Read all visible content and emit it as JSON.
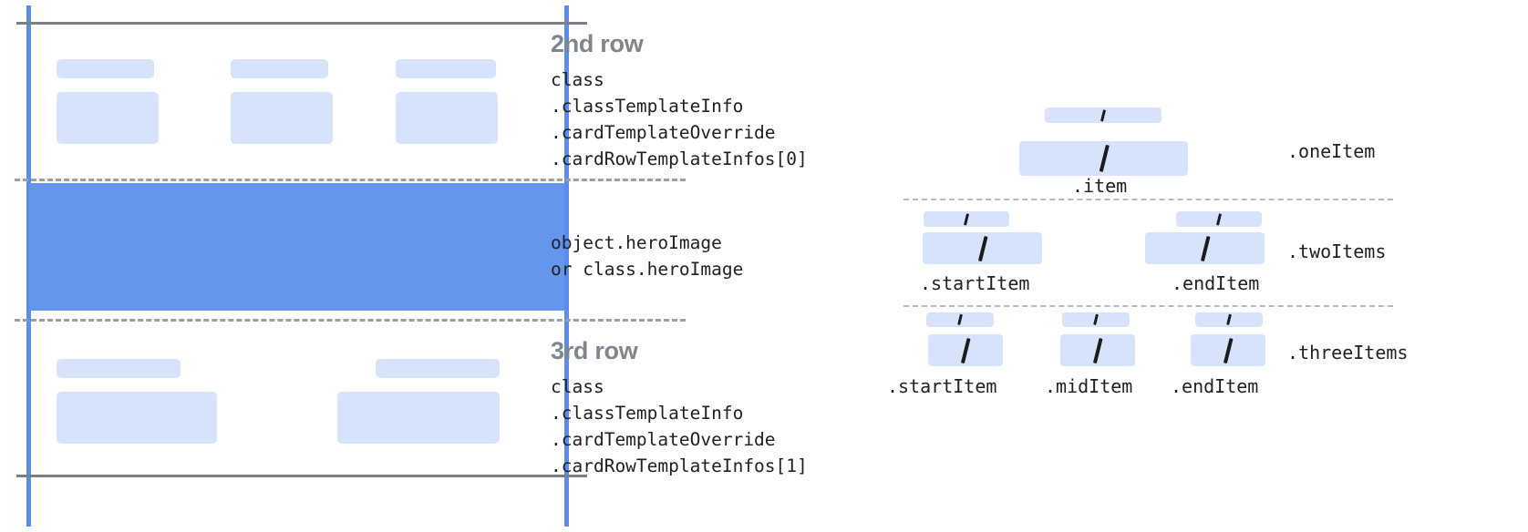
{
  "colors": {
    "accent_blue": "#5b8def",
    "hero_blue": "#6596eb",
    "placeholder_blue": "#d7e3fb",
    "rule_gray": "#7c8085",
    "dash_gray": "#9aa0a6",
    "heading_gray": "#80868b",
    "code_black": "#202124"
  },
  "card_diagram": {
    "rows": [
      {
        "title": "2nd row",
        "code": "class\n.classTemplateInfo\n.cardTemplateOverride\n.cardRowTemplateInfos[0]"
      },
      {
        "title": "",
        "code": "object.heroImage\nor class.heroImage"
      },
      {
        "title": "3rd row",
        "code": "class\n.classTemplateInfo\n.cardTemplateOverride\n.cardRowTemplateInfos[1]"
      }
    ]
  },
  "item_diagram": {
    "groups": [
      {
        "name": ".oneItem",
        "slots": [
          {
            "label": ".item"
          }
        ]
      },
      {
        "name": ".twoItems",
        "slots": [
          {
            "label": ".startItem"
          },
          {
            "label": ".endItem"
          }
        ]
      },
      {
        "name": ".threeItems",
        "slots": [
          {
            "label": ".startItem"
          },
          {
            "label": ".midItem"
          },
          {
            "label": ".endItem"
          }
        ]
      }
    ]
  }
}
